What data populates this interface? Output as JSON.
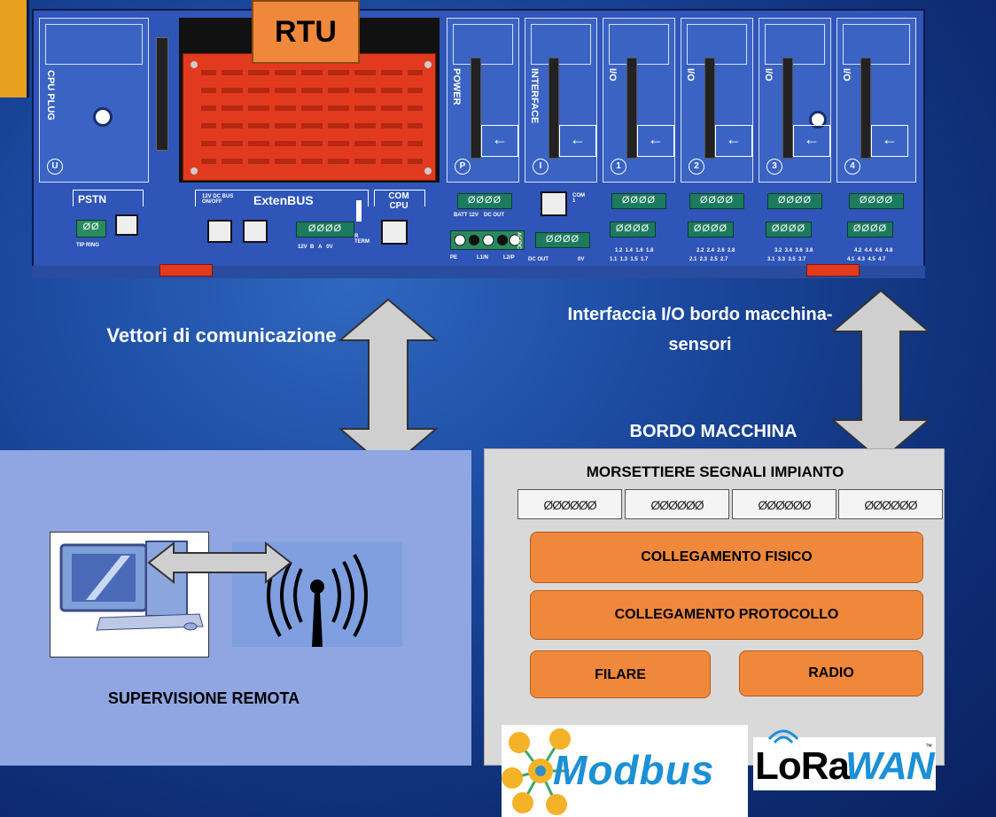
{
  "rtu": {
    "badge": "RTU",
    "cpu_plug_label": "CPU PLUG",
    "cpu_slot_num": "U",
    "slots": [
      {
        "label": "POWER",
        "num": "P"
      },
      {
        "label": "INTERFACE",
        "num": "I"
      },
      {
        "label": "I/O",
        "num": "1"
      },
      {
        "label": "I/O",
        "num": "2"
      },
      {
        "label": "I/O",
        "num": "3"
      },
      {
        "label": "I/O",
        "num": "4"
      }
    ],
    "pstn_label": "PSTN",
    "tip_ring_label": "TIP RING",
    "extenbus_label": "ExtenBUS",
    "extenbus_small": "12V DC BUS ON/OFF",
    "extenbus_pins": "12V  B   A   0V",
    "term_label": "R TERM",
    "com_cpu_label": "COM CPU",
    "power_labels": [
      "BATT 12V",
      "DC OUT",
      "PE",
      "L1/N",
      "L2/P",
      "AC/DC"
    ],
    "interface_labels": [
      "COM 1",
      "DC OUT",
      "0V"
    ],
    "io_pins": [
      {
        "top": "1.2  1.4  1.6  1.8",
        "bottom": "1.1  1.3  1.5  1.7"
      },
      {
        "top": "2.2  2.4  2.6  2.8",
        "bottom": "2.1  2.3  2.5  2.7"
      },
      {
        "top": "3.2  3.4  3.6  3.8",
        "bottom": "3.1  3.3  3.5  3.7"
      },
      {
        "top": "4.2  4.4  4.6  4.8",
        "bottom": "4.1  4.3  4.5  4.7"
      }
    ],
    "terminal_glyphs": "ØØØØ"
  },
  "labels": {
    "vettori": "Vettori di comunicazione",
    "interfaccia": "Interfaccia I/O bordo macchina-sensori",
    "bordo_macchina": "BORDO MACCHINA"
  },
  "left_panel": {
    "supervisione": "SUPERVISIONE REMOTA"
  },
  "right_panel": {
    "morsettiere": "MORSETTIERE SEGNALI IMPIANTO",
    "terminal_row": "ØØØØØØ",
    "collegamento_fisico": "COLLEGAMENTO  FISICO",
    "collegamento_protocollo": "COLLEGAMENTO  PROTOCOLLO",
    "filare": "FILARE",
    "radio": "RADIO"
  },
  "logos": {
    "modbus": "Modbus",
    "lorawan_lo": "LoRa",
    "lorawan_wan": "WAN",
    "lorawan_tm": "™"
  },
  "colors": {
    "rtu_red": "#e23a1f",
    "badge_orange": "#f0883c",
    "orange_box": "#f0883c",
    "terminal_green": "#1c7a5e",
    "modbus_blue": "#1d8fd6"
  }
}
